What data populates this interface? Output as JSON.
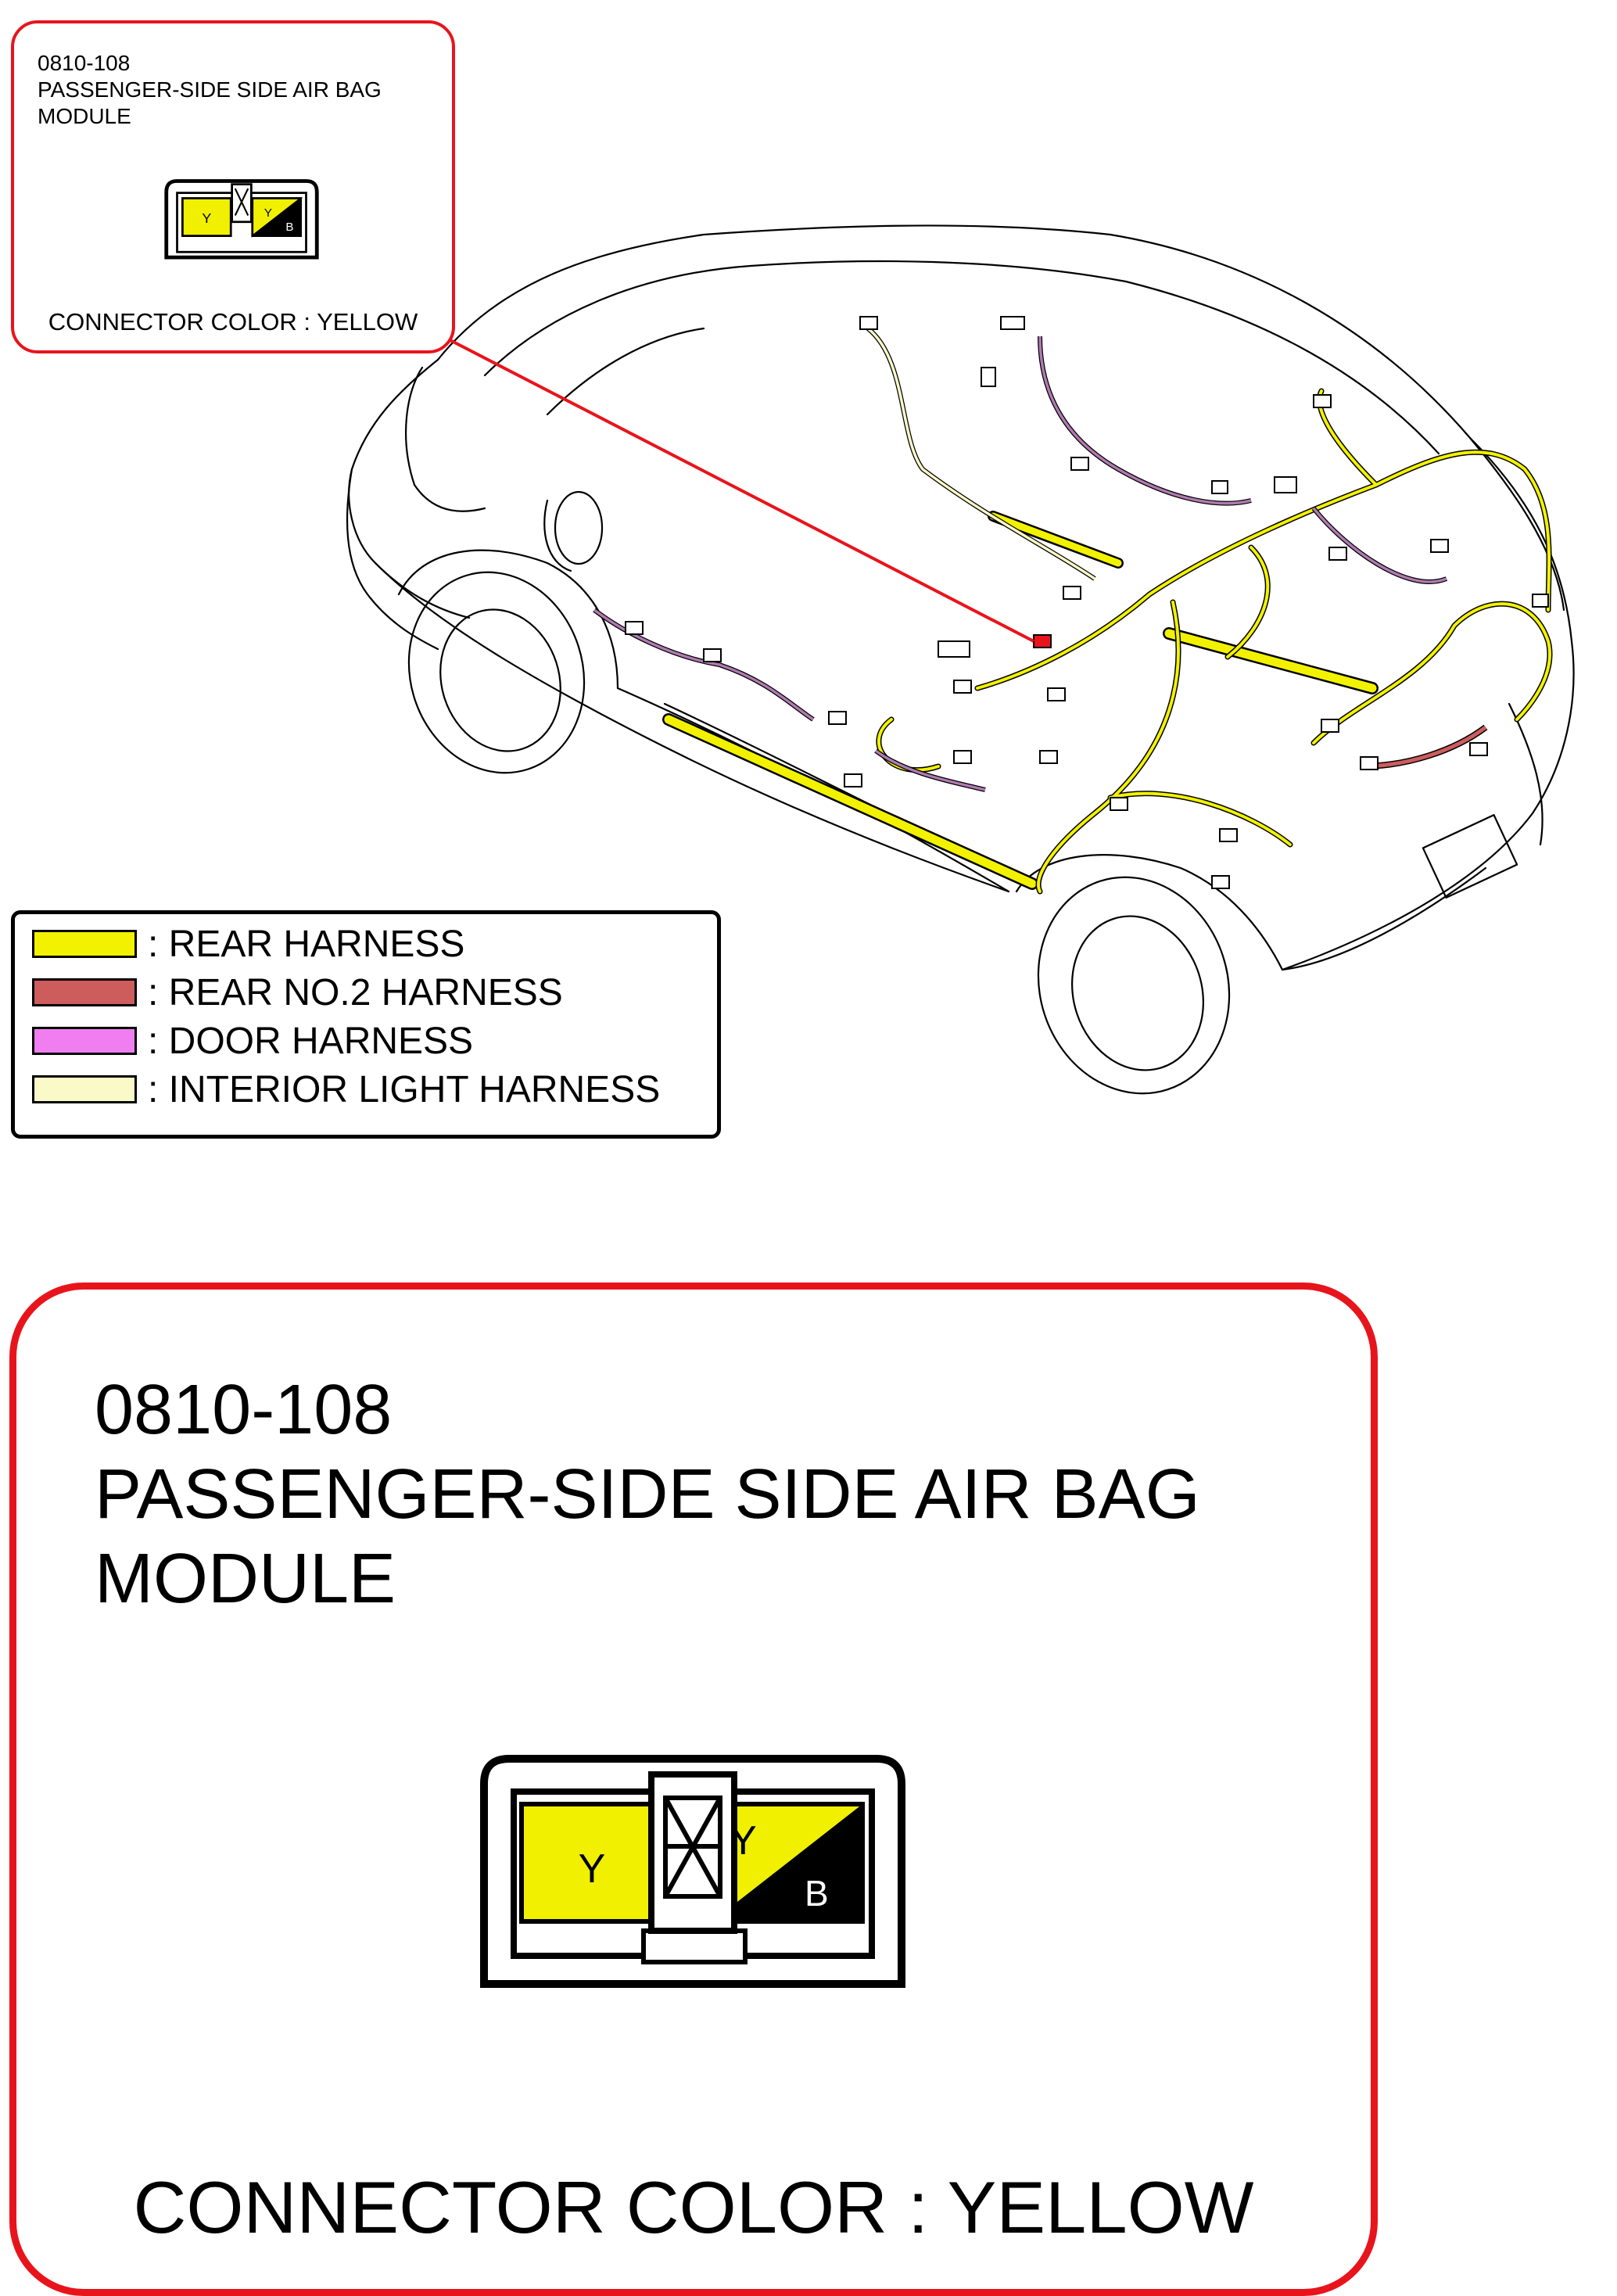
{
  "small_callout": {
    "code": "0810-108",
    "name": "PASSENGER-SIDE SIDE AIR BAG MODULE",
    "connector_color": "CONNECTOR COLOR : YELLOW"
  },
  "large_callout": {
    "code": "0810-108",
    "name": "PASSENGER-SIDE SIDE AIR BAG MODULE",
    "connector_color": "CONNECTOR COLOR : YELLOW"
  },
  "connector": {
    "pins": [
      {
        "label": "Y",
        "wire": "Y",
        "color": "#f0f000"
      },
      {
        "label": "Y",
        "wire": "Y/B",
        "color": "#f0f000",
        "stripe": "#000000",
        "label2": "B"
      }
    ]
  },
  "legend": {
    "items": [
      {
        "label": ": REAR HARNESS",
        "color": "#f2f200"
      },
      {
        "label": ": REAR NO.2 HARNESS",
        "color": "#cd5c5c"
      },
      {
        "label": ": DOOR HARNESS",
        "color": "#f07ef0"
      },
      {
        "label": ": INTERIOR LIGHT HARNESS",
        "color": "#fafac8"
      }
    ]
  },
  "colors": {
    "callout_border": "#e8141c",
    "rear_harness": "#f2f200",
    "rear_no2_harness": "#cd5c5c",
    "door_harness": "#b07ab0",
    "interior_light_harness": "#fafac8"
  }
}
